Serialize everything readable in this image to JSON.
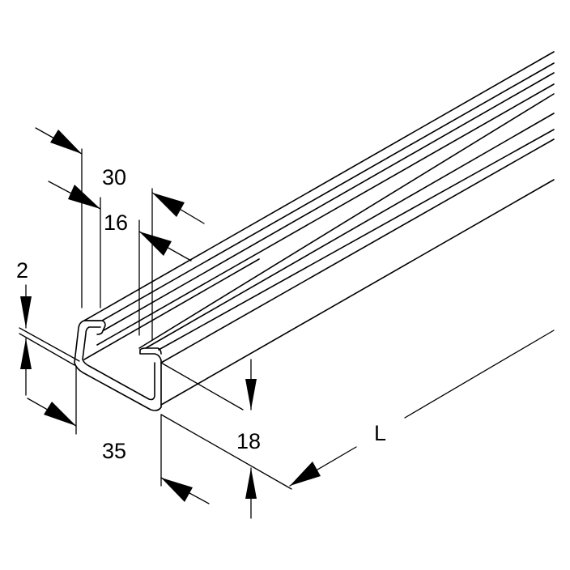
{
  "dimensions": {
    "width_30": "30",
    "width_16": "16",
    "thickness_2": "2",
    "base_35": "35",
    "height_18": "18",
    "length_L": "L"
  },
  "colors": {
    "line": "#000000",
    "background": "#ffffff"
  }
}
